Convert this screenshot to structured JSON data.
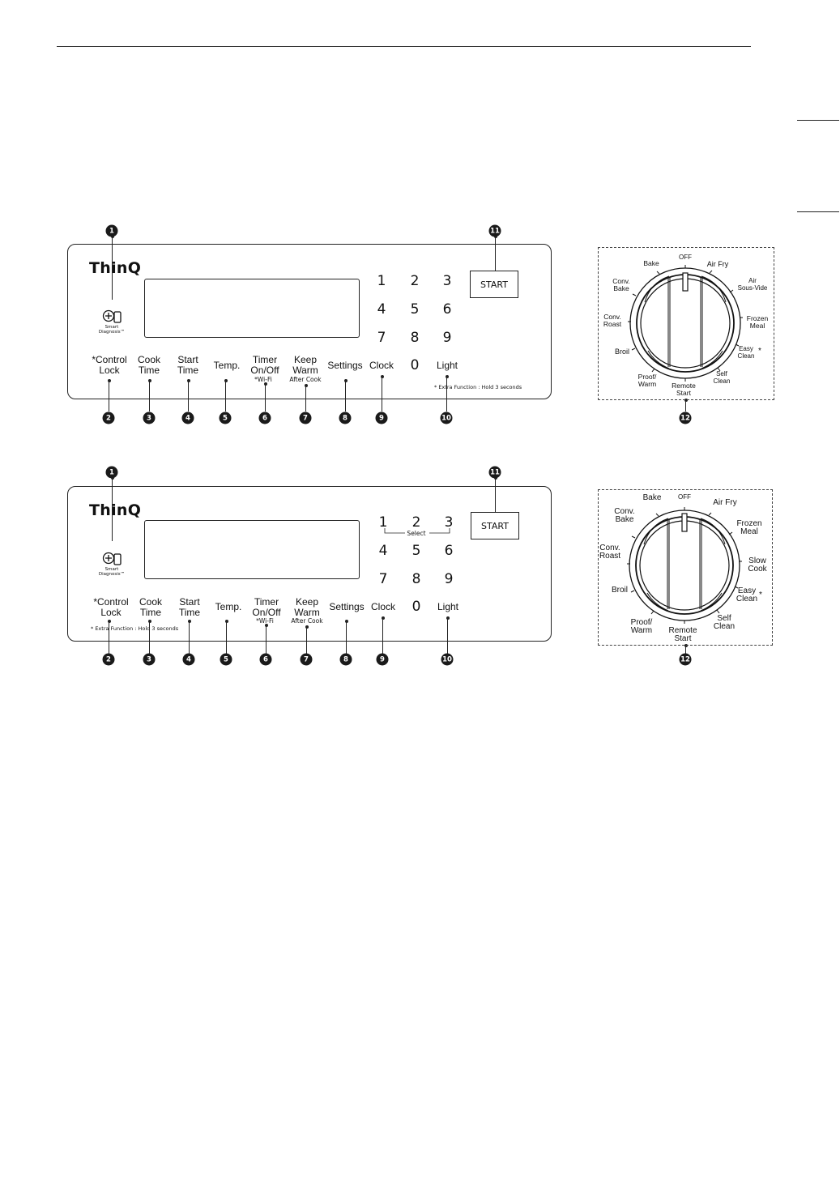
{
  "panel1": {
    "logo": "ThinQ",
    "smart_diagnosis": [
      "Smart",
      "Diagnosis™"
    ],
    "keypad": [
      "1",
      "2",
      "3",
      "4",
      "5",
      "6",
      "7",
      "8",
      "9",
      "0"
    ],
    "start_label": "START",
    "buttons": [
      {
        "line1": "*Control",
        "line2": "Lock",
        "sub": ""
      },
      {
        "line1": "Cook",
        "line2": "Time",
        "sub": ""
      },
      {
        "line1": "Start",
        "line2": "Time",
        "sub": ""
      },
      {
        "line1": "Temp.",
        "line2": "",
        "sub": ""
      },
      {
        "line1": "Timer",
        "line2": "On/Off",
        "sub": "*Wi-Fi"
      },
      {
        "line1": "Keep",
        "line2": "Warm",
        "sub": "After Cook"
      },
      {
        "line1": "Settings",
        "line2": "",
        "sub": ""
      },
      {
        "line1": "Clock",
        "line2": "",
        "sub": ""
      },
      {
        "line1": "Light",
        "line2": "",
        "sub": ""
      }
    ],
    "note": "* Extra Function : Hold 3 seconds",
    "callouts": [
      "1",
      "2",
      "3",
      "4",
      "5",
      "6",
      "7",
      "8",
      "9",
      "10",
      "11",
      "12"
    ],
    "knob_labels": [
      "OFF",
      "Air Fry",
      "Air",
      "Sous-Vide",
      "Frozen",
      "Meal",
      "Easy",
      "Clean",
      "Self",
      "Clean",
      "Remote",
      "Start",
      "Proof/",
      "Warm",
      "Broil",
      "Conv.",
      "Roast",
      "Conv.",
      "Bake",
      "Bake"
    ]
  },
  "panel2": {
    "logo": "ThinQ",
    "smart_diagnosis": [
      "Smart",
      "Diagnosis™"
    ],
    "keypad": [
      "1",
      "2",
      "3",
      "4",
      "5",
      "6",
      "7",
      "8",
      "9",
      "0"
    ],
    "select_label": "Select",
    "start_label": "START",
    "buttons": [
      {
        "line1": "*Control",
        "line2": "Lock",
        "sub": ""
      },
      {
        "line1": "Cook",
        "line2": "Time",
        "sub": ""
      },
      {
        "line1": "Start",
        "line2": "Time",
        "sub": ""
      },
      {
        "line1": "Temp.",
        "line2": "",
        "sub": ""
      },
      {
        "line1": "Timer",
        "line2": "On/Off",
        "sub": "*Wi-Fi"
      },
      {
        "line1": "Keep",
        "line2": "Warm",
        "sub": "After Cook"
      },
      {
        "line1": "Settings",
        "line2": "",
        "sub": ""
      },
      {
        "line1": "Clock",
        "line2": "",
        "sub": ""
      },
      {
        "line1": "Light",
        "line2": "",
        "sub": ""
      }
    ],
    "note": "* Extra Function : Hold 3 seconds",
    "callouts": [
      "1",
      "2",
      "3",
      "4",
      "5",
      "6",
      "7",
      "8",
      "9",
      "10",
      "11",
      "12"
    ],
    "knob_labels": [
      "OFF",
      "Air Fry",
      "Frozen",
      "Meal",
      "Slow",
      "Cook",
      "Easy",
      "Clean",
      "Self",
      "Clean",
      "Remote",
      "Start",
      "Proof/",
      "Warm",
      "Broil",
      "Conv.",
      "Roast",
      "Conv.",
      "Bake",
      "Bake"
    ]
  },
  "asterisk": "*"
}
